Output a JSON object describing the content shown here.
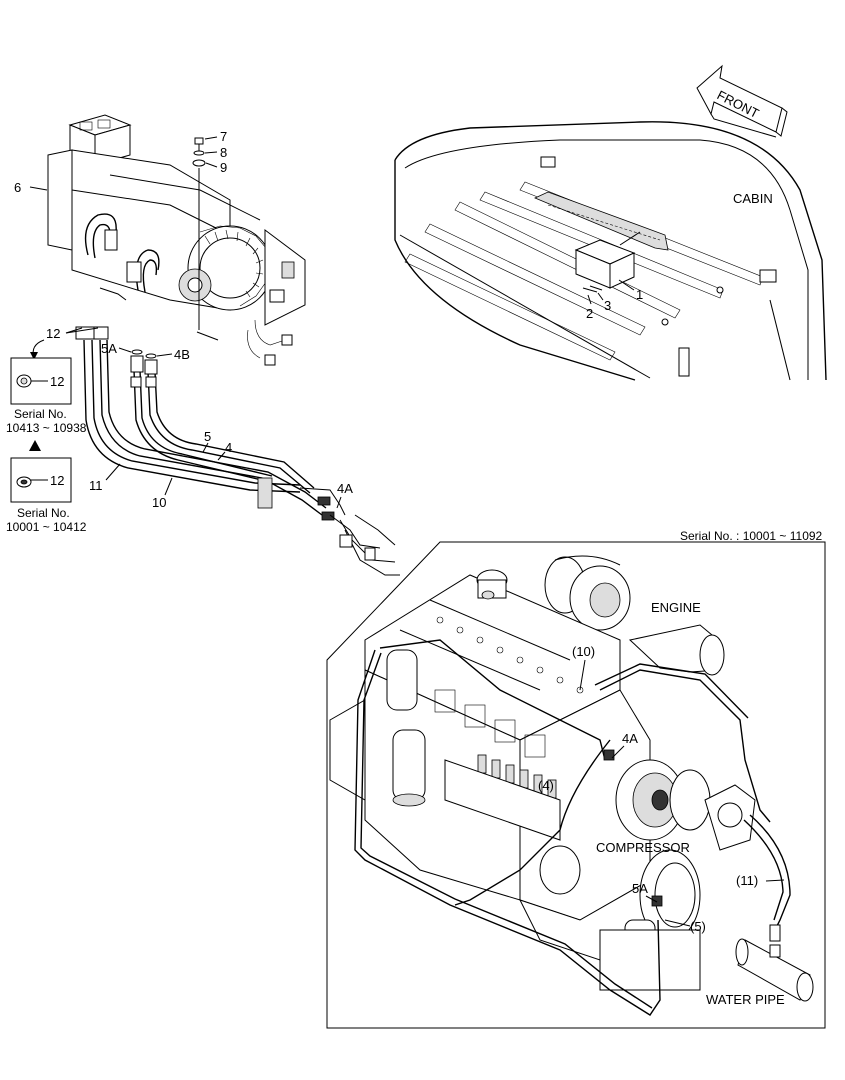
{
  "front_label": "FRONT",
  "cabin_label": "CABIN",
  "engine_label": "ENGINE",
  "compressor_label": "COMPRESSOR",
  "water_pipe_label": "WATER PIPE",
  "serial_range_engine": "Serial No. : 10001 ~ 11092",
  "serial_box_1": {
    "line1": "Serial No.",
    "line2": "10413 ~ 10938",
    "callout": "12"
  },
  "serial_box_2": {
    "line1": "Serial No.",
    "line2": "10001 ~ 10412",
    "callout": "12"
  },
  "callouts": {
    "c1": "1",
    "c2": "2",
    "c3": "3",
    "c4": "4",
    "c4a": "4A",
    "c4b": "4B",
    "c5": "5",
    "c5a": "5A",
    "c6": "6",
    "c7": "7",
    "c8": "8",
    "c9": "9",
    "c10": "10",
    "c11": "11",
    "c12": "12"
  },
  "engine_callouts": {
    "e10": "(10)",
    "e4a": "4A",
    "e4": "(4)",
    "e5a": "5A",
    "e11": "(11)",
    "e5": "(5)"
  }
}
